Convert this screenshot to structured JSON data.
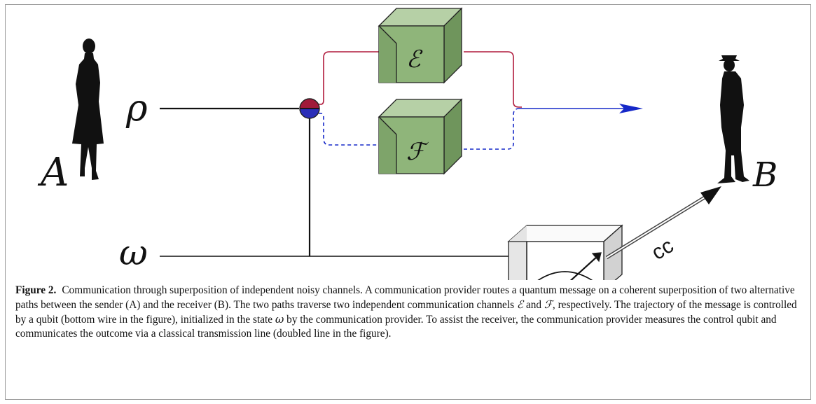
{
  "diagram": {
    "sender_label": "A",
    "receiver_label": "B",
    "input_state_label": "ρ",
    "control_state_label": "ω",
    "channel_top_label": "ℰ",
    "channel_bottom_label": "ℱ",
    "classical_line_label": "cc"
  },
  "colors": {
    "channel_box": "#8fb57a",
    "path_red": "#b01a3c",
    "path_blue": "#1528c8",
    "meter_box": "#f2f2f2"
  },
  "caption": {
    "label": "Figure 2.",
    "text_1": "Communication through superposition of independent noisy channels. A communication provider routes a quantum message on a coherent superposition of two alternative paths between the sender (A) and the receiver (B). The two paths traverse two independent communication channels ",
    "sym_E": "ℰ",
    "text_and": " and ",
    "sym_F": "ℱ",
    "text_2": ", respectively. The trajectory of the message is controlled by a qubit (bottom wire in the figure), initialized in the state ",
    "sym_omega": "ω",
    "text_3": " by the communication provider. To assist the receiver, the communication provider measures the control qubit and communicates the outcome via a classical transmission line (doubled line in the figure)."
  }
}
